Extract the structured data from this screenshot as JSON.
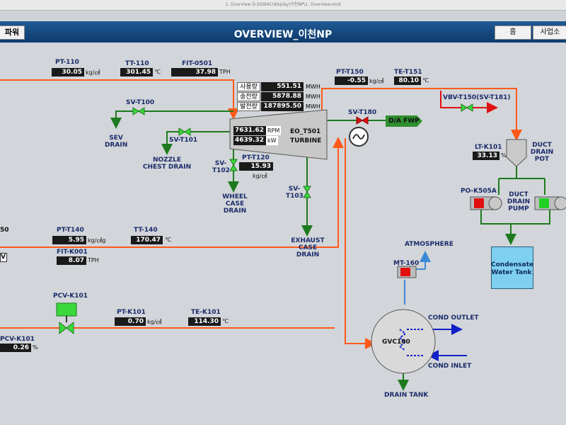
{
  "window": {
    "caption": "1. Overview    D:\\ISINAC\\display\\이천NP\\1. Overview.xmd"
  },
  "header": {
    "title": "OVERVIEW_이천NP",
    "left_button": "파워",
    "home_button": "홈",
    "site_button": "사업소"
  },
  "tags": {
    "pt110": {
      "label": "PT-110",
      "value": "30.05",
      "unit": "kg/㎠"
    },
    "tt110": {
      "label": "TT-110",
      "value": "301.45",
      "unit": "℃"
    },
    "fit0501": {
      "label": "FIT-0501",
      "value": "37.98",
      "unit": "TPH"
    },
    "ptt150": {
      "label": "PT-T150",
      "value": "-0.55",
      "unit": "kg/㎠"
    },
    "tet151": {
      "label": "TE-T151",
      "value": "80.10",
      "unit": "℃"
    },
    "ptt120": {
      "label": "PT-T120",
      "value": "15.93",
      "unit": "kg/㎠"
    },
    "ltk101": {
      "label": "LT-K101",
      "value": "33.13",
      "unit": "%"
    },
    "ptt140": {
      "label": "PT-T140",
      "value": "5.95",
      "unit": "kg/㎠g"
    },
    "tt140": {
      "label": "TT-140",
      "value": "170.47",
      "unit": "℃"
    },
    "fitk001": {
      "label": "FIT-K001",
      "value": "8.07",
      "unit": "TPH"
    },
    "ptk101": {
      "label": "PT-K101",
      "value": "0.70",
      "unit": "kg/㎠"
    },
    "tek101": {
      "label": "TE-K101",
      "value": "114.30",
      "unit": "℃"
    },
    "pcvk101v": {
      "label": "PCV-K101",
      "value": "0.26",
      "unit": "%"
    }
  },
  "power_table": {
    "rows": [
      {
        "label": "사용량",
        "value": "551.51",
        "unit": "MWH"
      },
      {
        "label": "송전량",
        "value": "5878.88",
        "unit": "MWH"
      },
      {
        "label": "발전량",
        "value": "187895.50",
        "unit": "MWH"
      }
    ]
  },
  "turbine": {
    "name": "EO_T501",
    "sub": "TURBINE",
    "rpm": "7631.62",
    "rpm_unit": "RPM",
    "kw": "4639.32",
    "kw_unit": "kW"
  },
  "labels": {
    "svt100": "SV-T100",
    "sev_drain": "SEV\nDRAIN",
    "svt101": "SV-T101",
    "nozzle_drain": "NOZZLE\nCHEST DRAIN",
    "svt102": "SV-\nT102",
    "wheel_drain": "WHEEL\nCASE\nDRAIN",
    "svt103": "SV-\nT103",
    "exhaust_drain": "EXHAUST\nCASE\nDRAIN",
    "svt180": "SV-T180",
    "dafwp": "D/A FWP",
    "vbvt150": "VBV-T150(SV-T181)",
    "duct_drain_pot": "DUCT\nDRAIN\nPOT",
    "pok505a": "PO-K505A",
    "duct_drain_pump": "DUCT\nDRAIN\nPUMP",
    "tank": "Condensate\nWater Tank",
    "atmosphere": "ATMOSPHERE",
    "mt160": "MT-160",
    "gvc100": "GVC100",
    "cond_outlet": "COND OUTLET",
    "cond_inlet": "COND INLET",
    "drain_tank": "DRAIN TANK",
    "pcvk101": "PCV-K101",
    "left_frag": "50",
    "left_frag2": "V"
  }
}
